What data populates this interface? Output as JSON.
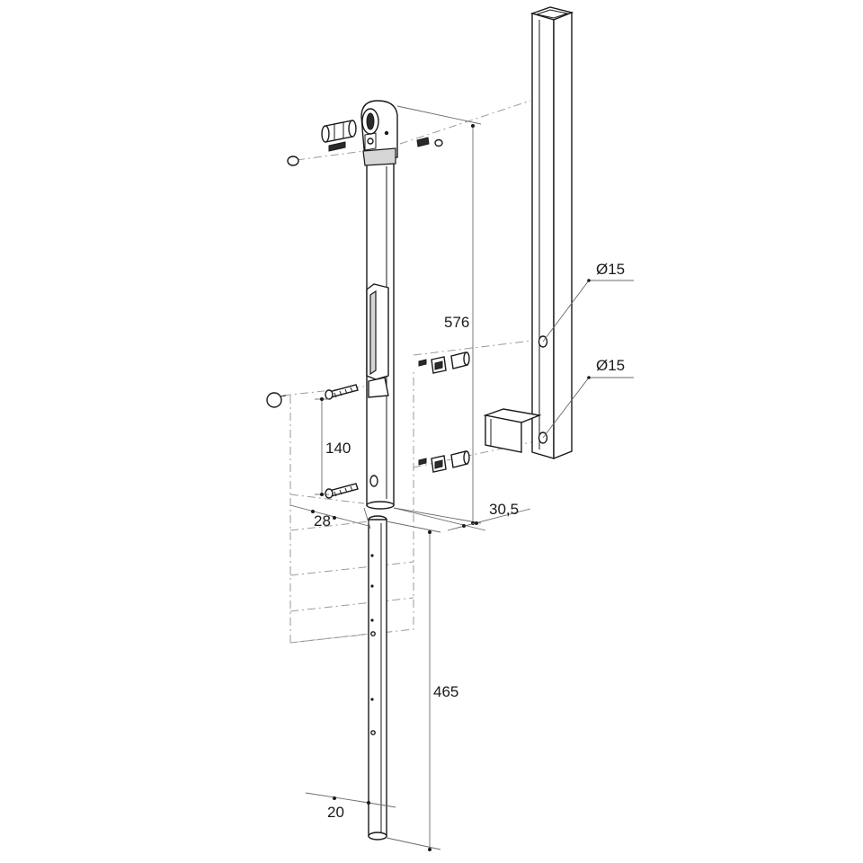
{
  "dimensions": {
    "height_upper": "576",
    "hole_diameter_top": "Ø15",
    "hole_diameter_bottom": "Ø15",
    "screw_spacing": "140",
    "body_width": "28",
    "offset_depth": "30,5",
    "rod_length": "465",
    "rod_diameter": "20"
  },
  "colors": {
    "line": "#1a1a1a",
    "construction": "#9a9a9a",
    "background": "#ffffff"
  }
}
